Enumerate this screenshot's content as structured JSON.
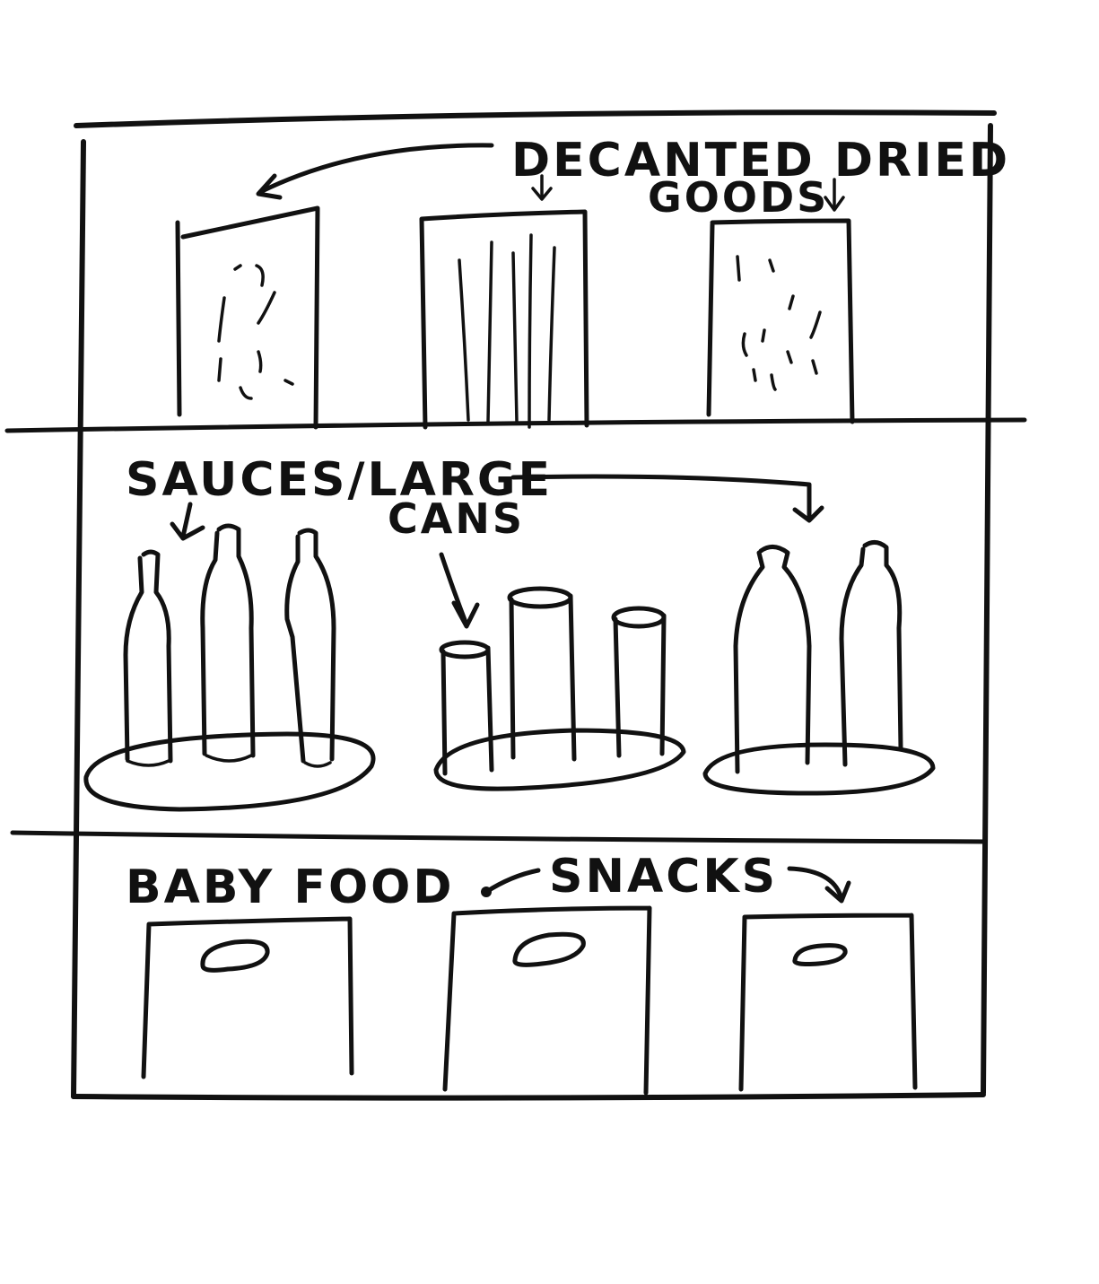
{
  "labels": {
    "decanted_line1": "DECANTED DRIED",
    "decanted_line2": "GOODS",
    "sauces_line1": "SAUCES/LARGE",
    "sauces_line2": "CANS",
    "baby_food": "BABY FOOD",
    "snacks": "SNACKS"
  },
  "colors": {
    "ink": "#111111",
    "paper": "#ffffff"
  }
}
